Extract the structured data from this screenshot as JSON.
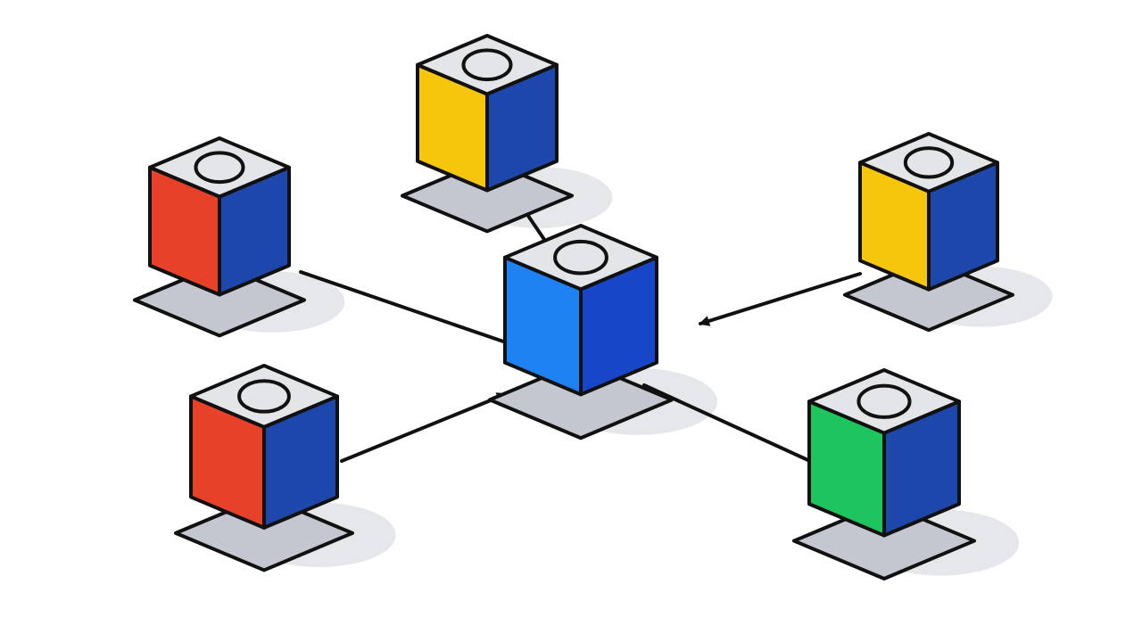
{
  "diagram": {
    "type": "hub-and-spoke network",
    "hub": {
      "id": "hub",
      "colors": {
        "left": "#1f82f2",
        "right": "#1747c8"
      }
    },
    "nodes": [
      {
        "id": "node-yellow-top",
        "colors": {
          "left": "#f5c60b",
          "right": "#1d47aa"
        }
      },
      {
        "id": "node-red-upper-left",
        "colors": {
          "left": "#e8412a",
          "right": "#1d47aa"
        }
      },
      {
        "id": "node-yellow-right",
        "colors": {
          "left": "#f5c60b",
          "right": "#1d47aa"
        }
      },
      {
        "id": "node-red-lower-left",
        "colors": {
          "left": "#e8412a",
          "right": "#1d47aa"
        }
      },
      {
        "id": "node-green-lower-right",
        "colors": {
          "left": "#1ec45d",
          "right": "#1d47aa"
        }
      }
    ],
    "connections": [
      {
        "from": "node-yellow-top",
        "to": "hub",
        "arrow": false
      },
      {
        "from": "node-red-upper-left",
        "to": "hub",
        "arrow": false
      },
      {
        "from": "node-yellow-right",
        "to": "hub",
        "arrow": true
      },
      {
        "from": "node-red-lower-left",
        "to": "hub",
        "arrow": true
      },
      {
        "from": "hub",
        "to": "node-green-lower-right",
        "arrow": false
      }
    ],
    "colors": {
      "outline": "#111111",
      "top_face": "#e3e5e8",
      "base": "#c4c7cf",
      "shadow": "#e6e7ea",
      "background": "#ffffff"
    }
  }
}
